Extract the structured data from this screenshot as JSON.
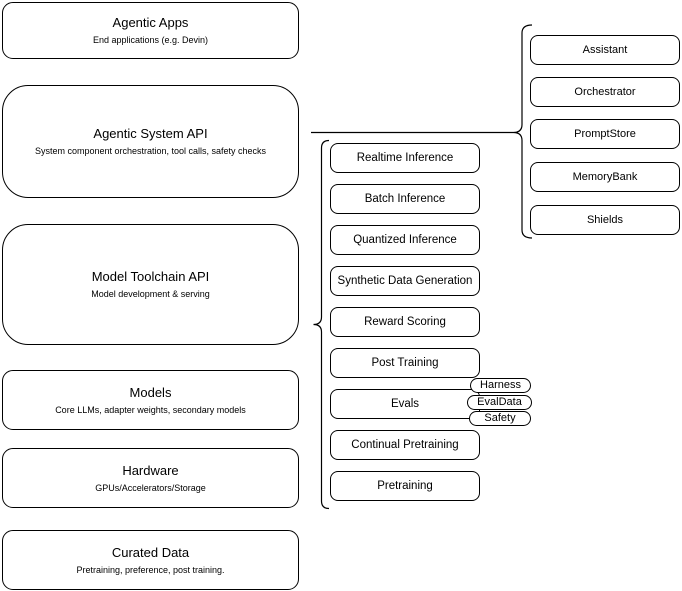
{
  "diagram": {
    "colors": {
      "background": "#ffffff",
      "stroke": "#000000",
      "text": "#000000"
    },
    "left_stack": [
      {
        "title": "Agentic Apps",
        "subtitle": "End applications (e.g. Devin)"
      },
      {
        "title": "Agentic System API",
        "subtitle": "System component orchestration, tool calls, safety checks"
      },
      {
        "title": "Model Toolchain API",
        "subtitle": "Model development & serving"
      },
      {
        "title": "Models",
        "subtitle": "Core LLMs, adapter weights, secondary models"
      },
      {
        "title": "Hardware",
        "subtitle": "GPUs/Accelerators/Storage"
      },
      {
        "title": "Curated Data",
        "subtitle": "Pretraining, preference, post training."
      }
    ],
    "toolchain_stack": [
      "Realtime Inference",
      "Batch Inference",
      "Quantized Inference",
      "Synthetic Data Generation",
      "Reward Scoring",
      "Post Training",
      "Evals",
      "Continual Pretraining",
      "Pretraining"
    ],
    "evals_tags": [
      "Harness",
      "EvalData",
      "Safety"
    ],
    "system_components": [
      "Assistant",
      "Orchestrator",
      "PromptStore",
      "MemoryBank",
      "Shields"
    ]
  }
}
